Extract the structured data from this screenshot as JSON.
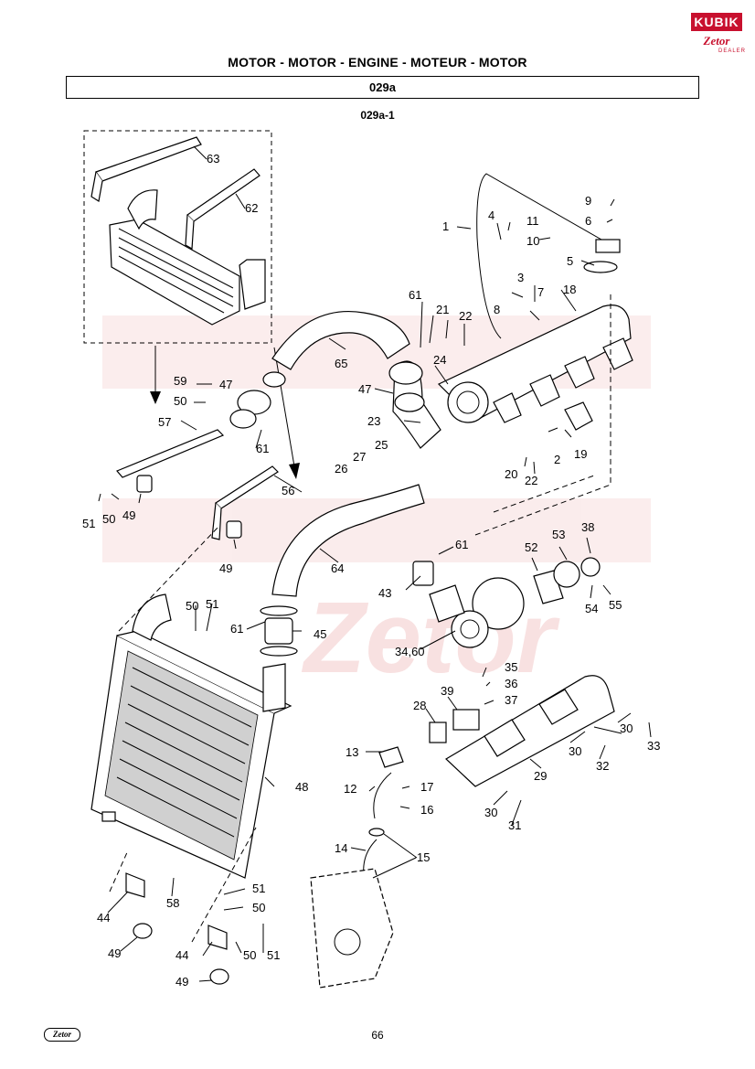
{
  "header": {
    "title": "MOTOR - MOTOR - ENGINE - MOTEUR - MOTOR",
    "section": "029a",
    "subtitle": "029a-1"
  },
  "logo": {
    "top": "KUBIK",
    "bottom": "Zetor",
    "tag": "DEALER"
  },
  "footer": {
    "page_number": "66",
    "brand": "Zetor"
  },
  "colors": {
    "brand_red": "#c8102e",
    "watermark": "#f3c9c9"
  },
  "callouts": {
    "c1": "1",
    "c2": "2",
    "c3": "3",
    "c4": "4",
    "c5": "5",
    "c6": "6",
    "c7": "7",
    "c8": "8",
    "c9": "9",
    "c10": "10",
    "c11": "11",
    "c12": "12",
    "c13": "13",
    "c14": "14",
    "c15": "15",
    "c16": "16",
    "c17": "17",
    "c18": "18",
    "c19": "19",
    "c20": "20",
    "c21": "21",
    "c22a": "22",
    "c22b": "22",
    "c23": "23",
    "c24": "24",
    "c25": "25",
    "c26": "26",
    "c27": "27",
    "c28": "28",
    "c29": "29",
    "c30a": "30",
    "c30b": "30",
    "c30c": "30",
    "c31": "31",
    "c32": "32",
    "c33": "33",
    "c3460": "34,60",
    "c35": "35",
    "c36": "36",
    "c37": "37",
    "c38": "38",
    "c39": "39",
    "c43": "43",
    "c44a": "44",
    "c44b": "44",
    "c45": "45",
    "c47a": "47",
    "c47b": "47",
    "c48": "48",
    "c49a": "49",
    "c49b": "49",
    "c49c": "49",
    "c49d": "49",
    "c50a": "50",
    "c50b": "50",
    "c50c": "50",
    "c50d": "50",
    "c50e": "50",
    "c51a": "51",
    "c51b": "51",
    "c51c": "51",
    "c51d": "51",
    "c52": "52",
    "c53": "53",
    "c54": "54",
    "c55": "55",
    "c56": "56",
    "c57": "57",
    "c58": "58",
    "c59": "59",
    "c61a": "61",
    "c61b": "61",
    "c61c": "61",
    "c61d": "61",
    "c62": "62",
    "c63": "63",
    "c64": "64",
    "c65": "65"
  }
}
